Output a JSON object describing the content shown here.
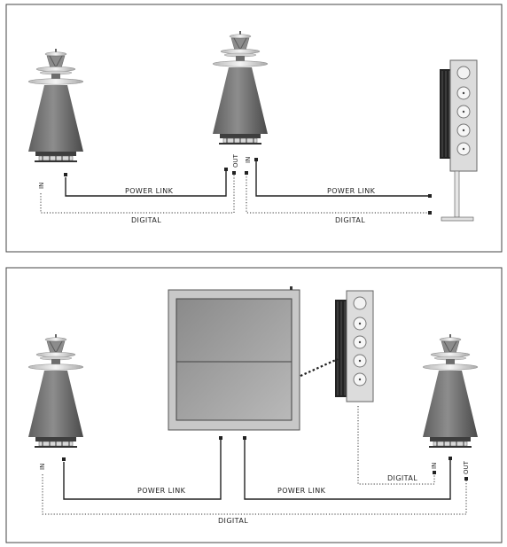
{
  "diagrams": [
    {
      "power_link_labels": [
        "POWER LINK",
        "POWER LINK"
      ],
      "digital_labels": [
        "DIGITAL",
        "DIGITAL"
      ],
      "ports": {
        "left_in": "IN",
        "mid_out": "OUT",
        "mid_in": "IN"
      }
    },
    {
      "power_link_labels": [
        "POWER LINK",
        "POWER LINK"
      ],
      "digital_labels": [
        "DIGITAL",
        "DIGITAL"
      ],
      "ports": {
        "left_in": "IN",
        "right_in": "IN",
        "right_out": "OUT"
      }
    }
  ]
}
